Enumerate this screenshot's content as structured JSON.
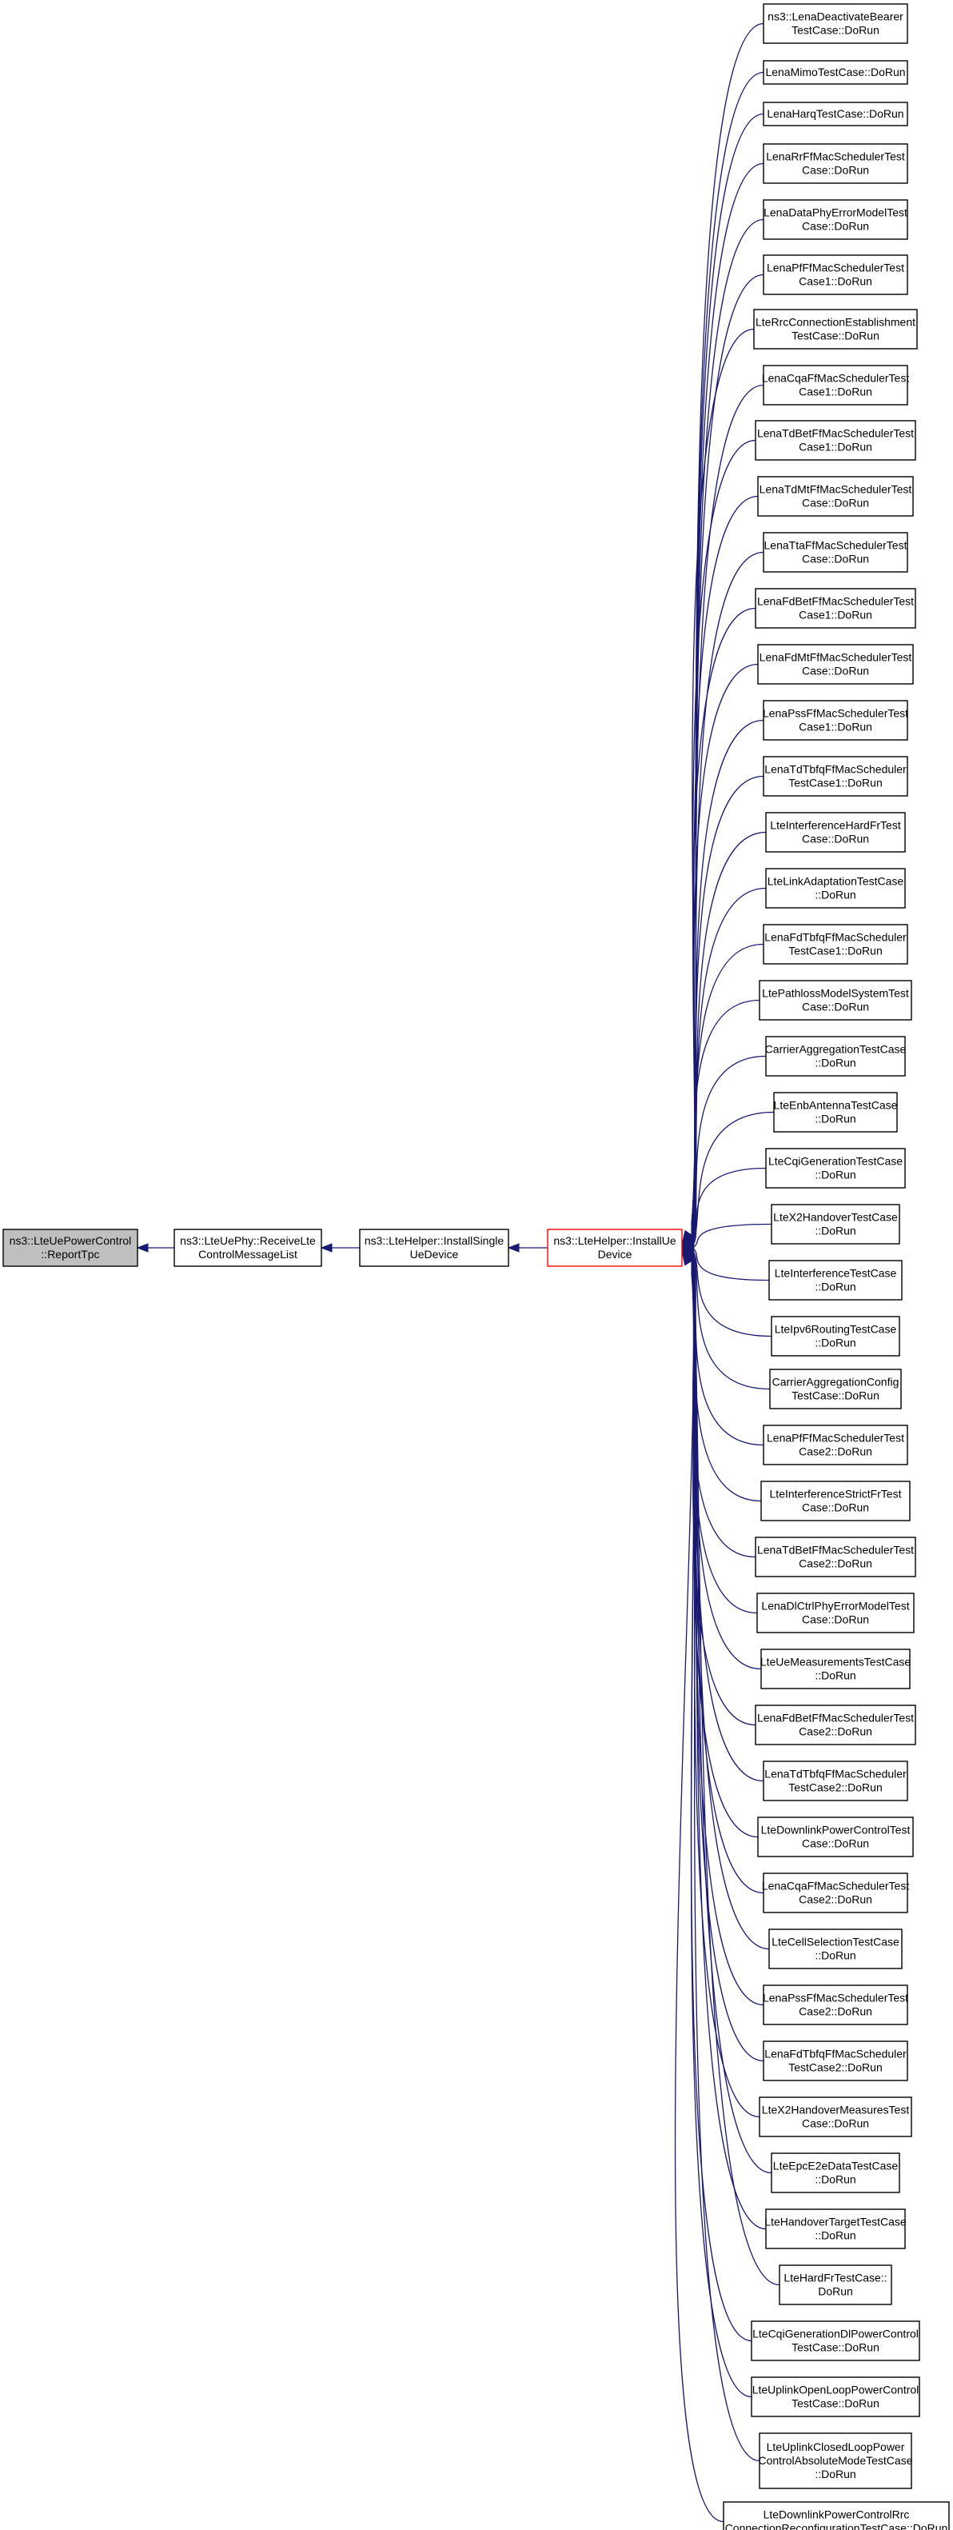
{
  "diagram": {
    "chain": [
      {
        "id": "report_tpc",
        "lines": [
          "ns3::LteUePowerControl",
          "::ReportTpc"
        ],
        "style": "highlight"
      },
      {
        "id": "receive_lte",
        "lines": [
          "ns3::LteUePhy::ReceiveLte",
          "ControlMessageList"
        ],
        "style": "normal"
      },
      {
        "id": "install_single",
        "lines": [
          "ns3::LteHelper::InstallSingle",
          "UeDevice"
        ],
        "style": "normal"
      },
      {
        "id": "install_ue",
        "lines": [
          "ns3::LteHelper::InstallUe",
          "Device"
        ],
        "style": "focus"
      }
    ],
    "callers": [
      {
        "id": "c0",
        "lines": [
          "ns3::LenaDeactivateBearer",
          "TestCase::DoRun"
        ]
      },
      {
        "id": "c1",
        "lines": [
          "LenaMimoTestCase::DoRun"
        ]
      },
      {
        "id": "c2",
        "lines": [
          "LenaHarqTestCase::DoRun"
        ]
      },
      {
        "id": "c3",
        "lines": [
          "LenaRrFfMacSchedulerTest",
          "Case::DoRun"
        ]
      },
      {
        "id": "c4",
        "lines": [
          "LenaDataPhyErrorModelTest",
          "Case::DoRun"
        ]
      },
      {
        "id": "c5",
        "lines": [
          "LenaPfFfMacSchedulerTest",
          "Case1::DoRun"
        ]
      },
      {
        "id": "c6",
        "lines": [
          "LteRrcConnectionEstablishment",
          "TestCase::DoRun"
        ]
      },
      {
        "id": "c7",
        "lines": [
          "LenaCqaFfMacSchedulerTest",
          "Case1::DoRun"
        ]
      },
      {
        "id": "c8",
        "lines": [
          "LenaTdBetFfMacSchedulerTest",
          "Case1::DoRun"
        ]
      },
      {
        "id": "c9",
        "lines": [
          "LenaTdMtFfMacSchedulerTest",
          "Case::DoRun"
        ]
      },
      {
        "id": "c10",
        "lines": [
          "LenaTtaFfMacSchedulerTest",
          "Case::DoRun"
        ]
      },
      {
        "id": "c11",
        "lines": [
          "LenaFdBetFfMacSchedulerTest",
          "Case1::DoRun"
        ]
      },
      {
        "id": "c12",
        "lines": [
          "LenaFdMtFfMacSchedulerTest",
          "Case::DoRun"
        ]
      },
      {
        "id": "c13",
        "lines": [
          "LenaPssFfMacSchedulerTest",
          "Case1::DoRun"
        ]
      },
      {
        "id": "c14",
        "lines": [
          "LenaTdTbfqFfMacScheduler",
          "TestCase1::DoRun"
        ]
      },
      {
        "id": "c15",
        "lines": [
          "LteInterferenceHardFrTest",
          "Case::DoRun"
        ]
      },
      {
        "id": "c16",
        "lines": [
          "LteLinkAdaptationTestCase",
          "::DoRun"
        ]
      },
      {
        "id": "c17",
        "lines": [
          "LenaFdTbfqFfMacScheduler",
          "TestCase1::DoRun"
        ]
      },
      {
        "id": "c18",
        "lines": [
          "LtePathlossModelSystemTest",
          "Case::DoRun"
        ]
      },
      {
        "id": "c19",
        "lines": [
          "CarrierAggregationTestCase",
          "::DoRun"
        ]
      },
      {
        "id": "c20",
        "lines": [
          "LteEnbAntennaTestCase",
          "::DoRun"
        ]
      },
      {
        "id": "c21",
        "lines": [
          "LteCqiGenerationTestCase",
          "::DoRun"
        ]
      },
      {
        "id": "c22",
        "lines": [
          "LteX2HandoverTestCase",
          "::DoRun"
        ]
      },
      {
        "id": "c23",
        "lines": [
          "LteInterferenceTestCase",
          "::DoRun"
        ]
      },
      {
        "id": "c24",
        "lines": [
          "LteIpv6RoutingTestCase",
          "::DoRun"
        ]
      },
      {
        "id": "c25",
        "lines": [
          "CarrierAggregationConfig",
          "TestCase::DoRun"
        ]
      },
      {
        "id": "c26",
        "lines": [
          "LenaPfFfMacSchedulerTest",
          "Case2::DoRun"
        ]
      },
      {
        "id": "c27",
        "lines": [
          "LteInterferenceStrictFrTest",
          "Case::DoRun"
        ]
      },
      {
        "id": "c28",
        "lines": [
          "LenaTdBetFfMacSchedulerTest",
          "Case2::DoRun"
        ]
      },
      {
        "id": "c29",
        "lines": [
          "LenaDlCtrlPhyErrorModelTest",
          "Case::DoRun"
        ]
      },
      {
        "id": "c30",
        "lines": [
          "LteUeMeasurementsTestCase",
          "::DoRun"
        ]
      },
      {
        "id": "c31",
        "lines": [
          "LenaFdBetFfMacSchedulerTest",
          "Case2::DoRun"
        ]
      },
      {
        "id": "c32",
        "lines": [
          "LenaTdTbfqFfMacScheduler",
          "TestCase2::DoRun"
        ]
      },
      {
        "id": "c33",
        "lines": [
          "LteDownlinkPowerControlTest",
          "Case::DoRun"
        ]
      },
      {
        "id": "c34",
        "lines": [
          "LenaCqaFfMacSchedulerTest",
          "Case2::DoRun"
        ]
      },
      {
        "id": "c35",
        "lines": [
          "LteCellSelectionTestCase",
          "::DoRun"
        ]
      },
      {
        "id": "c36",
        "lines": [
          "LenaPssFfMacSchedulerTest",
          "Case2::DoRun"
        ]
      },
      {
        "id": "c37",
        "lines": [
          "LenaFdTbfqFfMacScheduler",
          "TestCase2::DoRun"
        ]
      },
      {
        "id": "c38",
        "lines": [
          "LteX2HandoverMeasuresTest",
          "Case::DoRun"
        ]
      },
      {
        "id": "c39",
        "lines": [
          "LteEpcE2eDataTestCase",
          "::DoRun"
        ]
      },
      {
        "id": "c40",
        "lines": [
          "LteHandoverTargetTestCase",
          "::DoRun"
        ]
      },
      {
        "id": "c41",
        "lines": [
          "LteHardFrTestCase::",
          "DoRun"
        ]
      },
      {
        "id": "c42",
        "lines": [
          "LteCqiGenerationDlPowerControl",
          "TestCase::DoRun"
        ]
      },
      {
        "id": "c43",
        "lines": [
          "LteUplinkOpenLoopPowerControl",
          "TestCase::DoRun"
        ]
      },
      {
        "id": "c44",
        "lines": [
          "LteUplinkClosedLoopPower",
          "ControlAbsoluteModeTestCase",
          "::DoRun"
        ]
      },
      {
        "id": "c45",
        "lines": [
          "LteDownlinkPowerControlRrc",
          "ConnectionReconfigurationTestCase::DoRun"
        ]
      }
    ]
  }
}
